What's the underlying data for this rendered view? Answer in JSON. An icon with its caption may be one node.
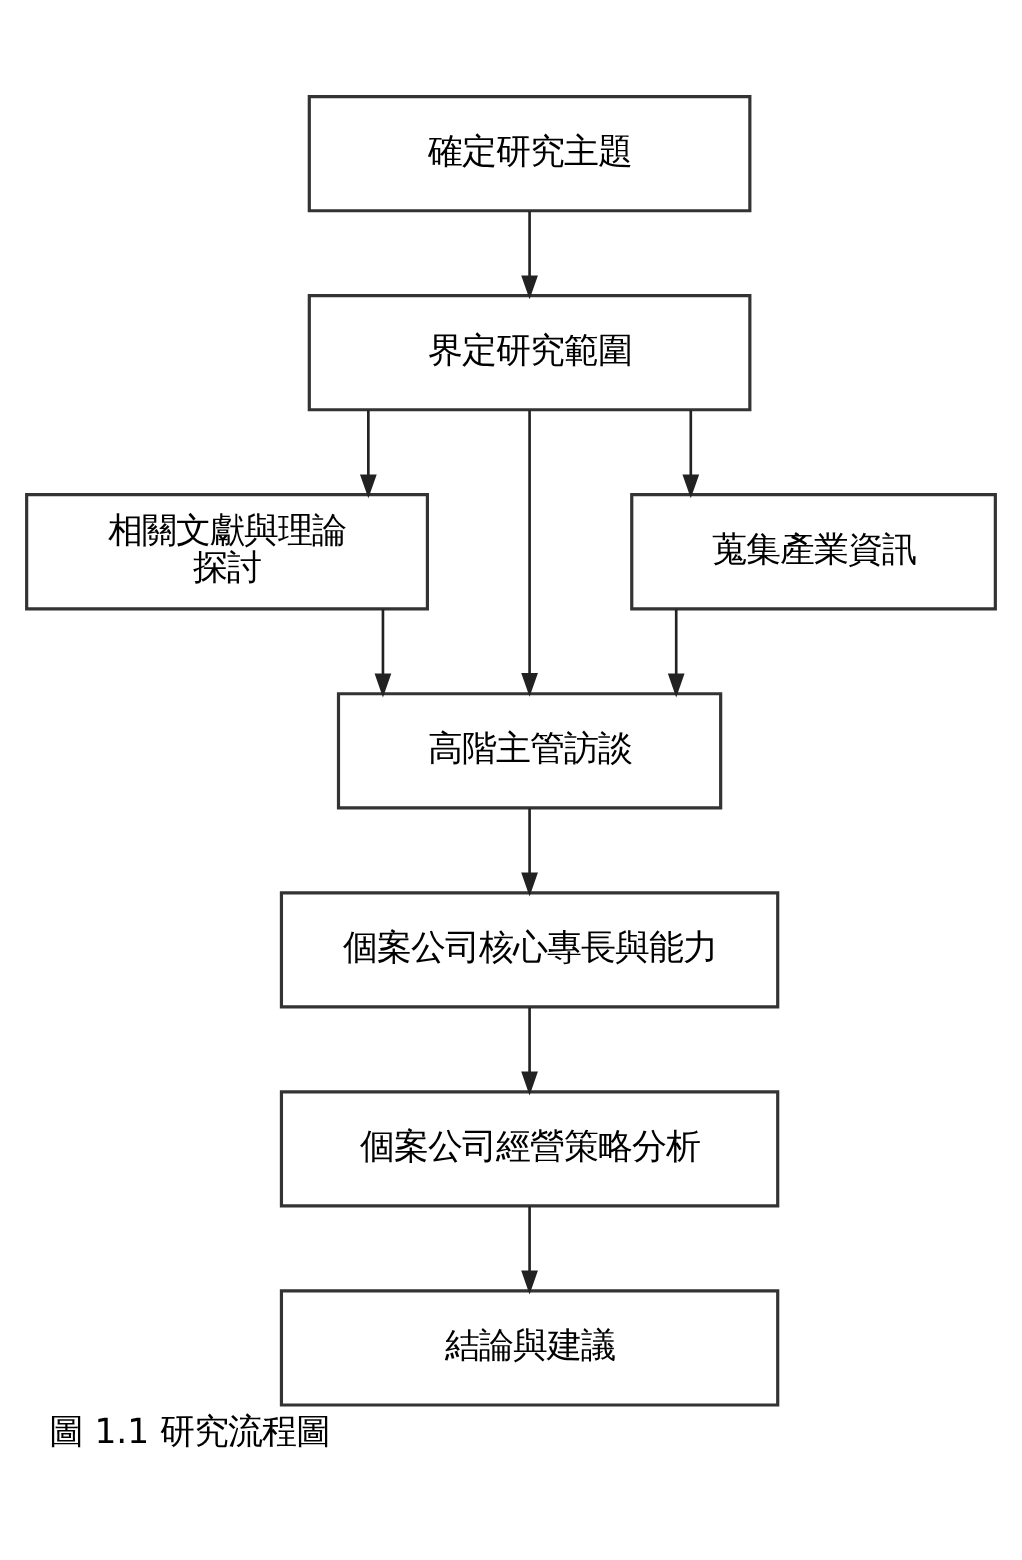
{
  "diagram": {
    "caption": "圖 1.1 研究流程圖",
    "nodes": [
      {
        "text": [
          "確定研究主題"
        ]
      },
      {
        "text": [
          "界定研究範圍"
        ]
      },
      {
        "text": [
          "相關文獻與理論探討"
        ]
      },
      {
        "text": [
          "蒐集產業資訊"
        ]
      },
      {
        "text": [
          "高階主管訪談"
        ]
      },
      {
        "text": [
          "個案公司核心專長與能力"
        ]
      },
      {
        "text": [
          "個案公司經營策略分析"
        ]
      },
      {
        "text": [
          "結論與建議"
        ]
      }
    ],
    "edges": [
      {
        "from": 0,
        "to": 1,
        "arrow": "to"
      },
      {
        "from": 1,
        "to": 2,
        "arrow": "to"
      },
      {
        "from": 1,
        "to": 4,
        "arrow": "to"
      },
      {
        "from": 1,
        "to": 3,
        "arrow": "to"
      },
      {
        "from": 2,
        "to": 4,
        "arrow": "to"
      },
      {
        "from": 3,
        "to": 4,
        "arrow": "to"
      },
      {
        "from": 4,
        "to": 5,
        "arrow": "to"
      },
      {
        "from": 5,
        "to": 6,
        "arrow": "to"
      },
      {
        "from": 6,
        "to": 7,
        "arrow": "to"
      }
    ]
  }
}
